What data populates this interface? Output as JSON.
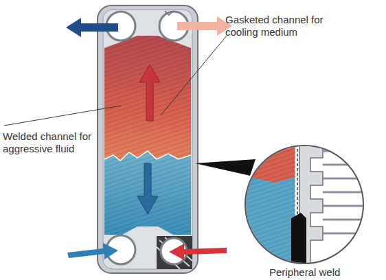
{
  "diagram": {
    "labels": [
      "Gasketed channel for cooling medium",
      "Welded channel for aggressive fluid",
      "Peripheral weld"
    ]
  }
}
